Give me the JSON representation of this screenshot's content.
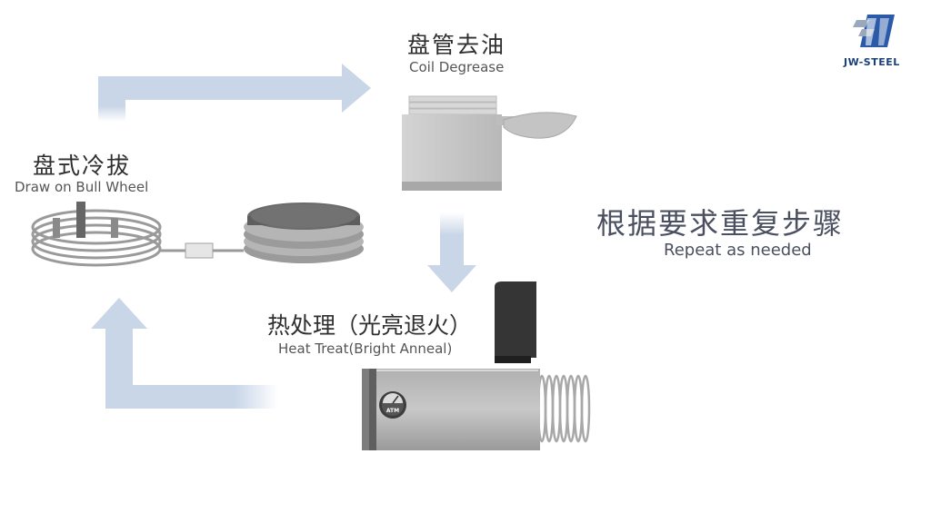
{
  "logo": {
    "text": "JW-STEEL",
    "color": "#2a5aa8"
  },
  "steps": {
    "coil_degrease": {
      "cn": "盘管去油",
      "en": "Coil Degrease"
    },
    "draw_on_bull_wheel": {
      "cn": "盘式冷拔",
      "en": "Draw on Bull Wheel"
    },
    "heat_treat": {
      "cn": "热处理（光亮退火）",
      "en": "Heat Treat(Bright Anneal)"
    }
  },
  "repeat": {
    "cn": "根据要求重复步骤",
    "en": "Repeat as needed"
  },
  "furnace": {
    "gauge_label": "ATM"
  },
  "colors": {
    "arrow": "#c9d6e8",
    "equipment_gray": "#bfbfbf",
    "dark": "#3a3a3a"
  }
}
